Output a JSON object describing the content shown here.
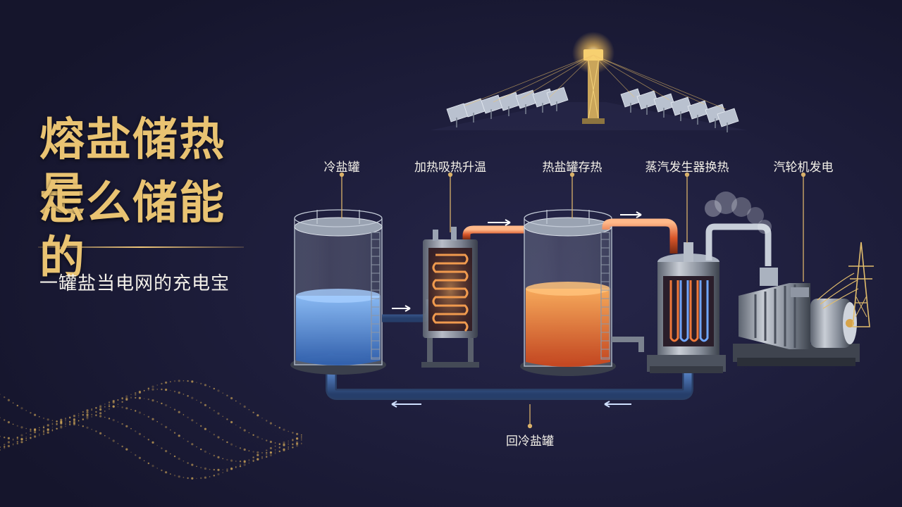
{
  "title": {
    "line1": "熔盐储热是",
    "line2": "怎么储能的"
  },
  "subtitle": "一罐盐当电网的充电宝",
  "stages": [
    {
      "label": "冷盐罐"
    },
    {
      "label": "加热吸热升温"
    },
    {
      "label": "热盐罐存热"
    },
    {
      "label": "蒸汽发生器换热"
    },
    {
      "label": "汽轮机发电"
    },
    {
      "label": "回冷盐罐"
    }
  ],
  "colors": {
    "background": "#1a1a35",
    "gold": "#e9c372",
    "cold_salt": "#4f8fd8",
    "hot_salt": "#e8642a",
    "steel": "#9aa3b2"
  }
}
